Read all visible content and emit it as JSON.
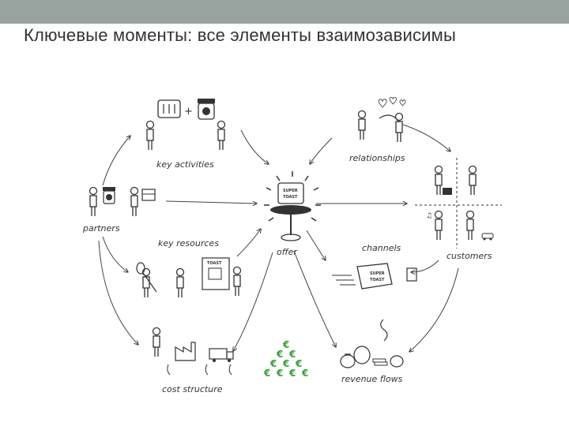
{
  "header": {
    "title": "Ключевые моменты: все элементы взаимозависимы"
  },
  "diagram": {
    "labels": {
      "key_activities": "key activities",
      "relationships": "relationships",
      "partners": "partners",
      "key_resources": "key resources",
      "offer": "offer",
      "channels": "channels",
      "customers": "customers",
      "cost_structure": "cost structure",
      "revenue_flows": "revenue flows"
    },
    "offer_box_line1": "SUPER",
    "offer_box_line2": "TOAST",
    "channel_box_line1": "SUPER",
    "channel_box_line2": "TOAST",
    "resource_box": "TOAST",
    "currency_symbol": "€"
  },
  "colors": {
    "topbar": "#98a3a0",
    "ink": "#333333",
    "money_green": "#3aa23a"
  }
}
